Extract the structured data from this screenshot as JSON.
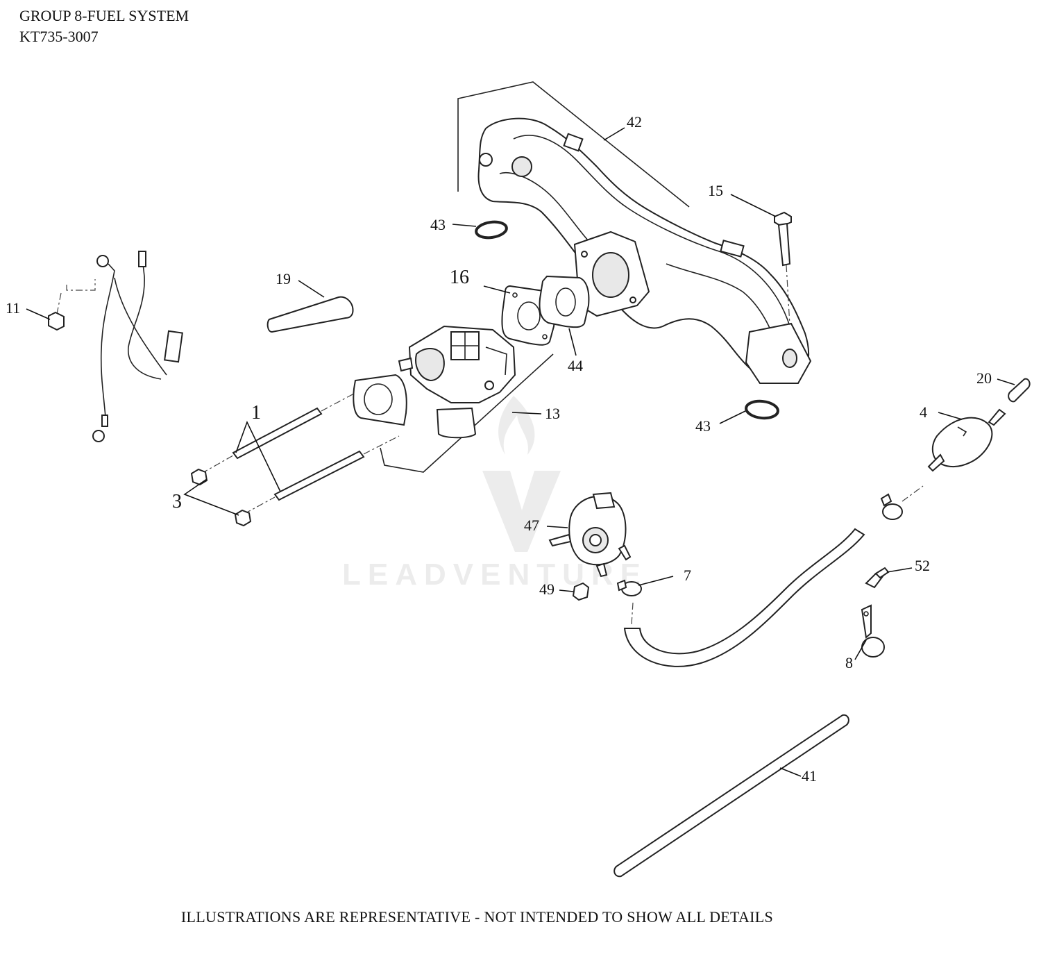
{
  "header": {
    "title": "GROUP 8-FUEL SYSTEM",
    "model": "KT735-3007"
  },
  "footer": {
    "note": "ILLUSTRATIONS ARE REPRESENTATIVE - NOT INTENDED TO SHOW ALL DETAILS"
  },
  "watermark": {
    "text": "LEADVENTURE",
    "icon": "flame-v-logo"
  },
  "callouts": {
    "c1": "1",
    "c3": "3",
    "c4": "4",
    "c7": "7",
    "c8": "8",
    "c11": "11",
    "c13": "13",
    "c15": "15",
    "c16": "16",
    "c19": "19",
    "c20": "20",
    "c41": "41",
    "c42": "42",
    "c43a": "43",
    "c43b": "43",
    "c44": "44",
    "c47": "47",
    "c49": "49",
    "c52": "52"
  }
}
